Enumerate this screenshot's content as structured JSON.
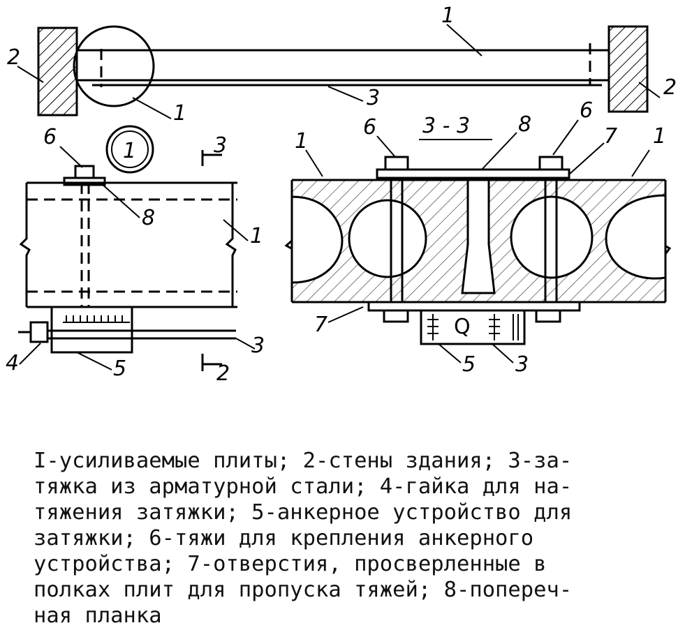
{
  "labels": {
    "top_plate_1a": "1",
    "top_plate_1b": "1",
    "top_wall_left": "2",
    "top_wall_right": "2",
    "top_tie": "3",
    "left_rod": "6",
    "left_view_marker": "1",
    "left_plate": "1",
    "left_bar": "8",
    "left_tie": "3",
    "left_nut": "4",
    "left_anchor": "5",
    "section_top": "3",
    "section_bottom": "2",
    "sec_title": "3 - 3",
    "sec_plate_left": "1",
    "sec_plate_right": "1",
    "sec_rod_left": "6",
    "sec_rod_right": "6",
    "sec_bar": "8",
    "sec_hole_right": "7",
    "sec_hole_bottom": "7",
    "sec_anchor": "5",
    "sec_tie": "3",
    "sec_q": "Q"
  },
  "caption": [
    "I-усиливаемые плиты; 2-стены здания; 3-за-",
    "тяжка из арматурной стали; 4-гайка для на-",
    "тяжения затяжки; 5-анкерное устройство для",
    "затяжки; 6-тяжи для крепления анкерного",
    "устройства; 7-отверстия, просверленные в",
    "полках плит для пропуска тяжей; 8-попереч-",
    "ная планка"
  ]
}
